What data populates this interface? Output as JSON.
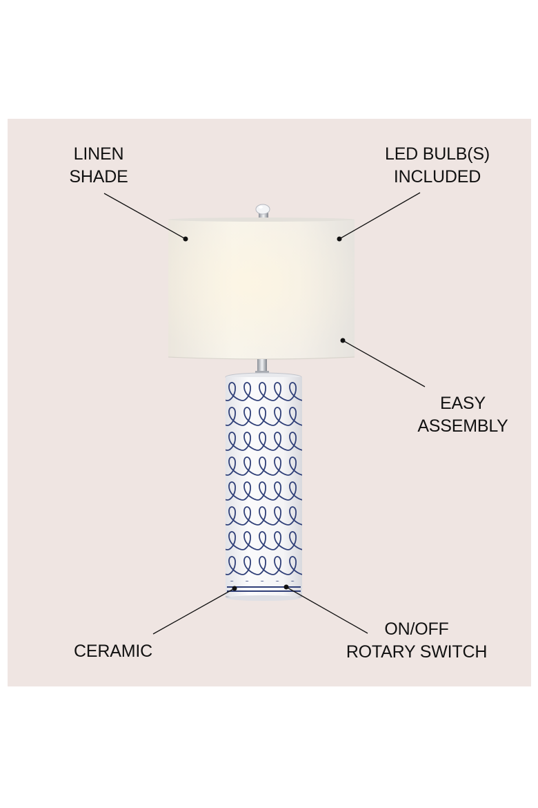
{
  "background_color": "#ffffff",
  "panel_color": "#efe5e2",
  "features": {
    "linen_shade": [
      "LINEN",
      "SHADE"
    ],
    "led_bulbs": [
      "LED BULB(S)",
      "INCLUDED"
    ],
    "easy_assembly": [
      "EASY",
      "ASSEMBLY"
    ],
    "ceramic": [
      "CERAMIC"
    ],
    "rotary_switch": [
      "ON/OFF",
      "ROTARY SWITCH"
    ]
  },
  "lamp": {
    "shade_color": "#f4f1ea",
    "base_color": "#f6f6f8",
    "pattern_color": "#2f3f78",
    "metal_color": "#c9ccd2"
  }
}
